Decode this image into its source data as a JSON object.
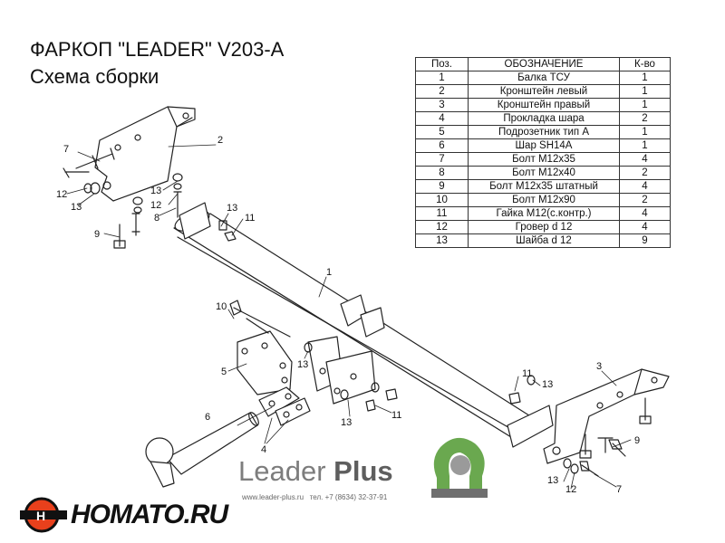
{
  "title": {
    "line1": "ФАРКОП \"LEADER\" V203-A",
    "line2": "Схема сборки"
  },
  "parts_table": {
    "headers": [
      "Поз.",
      "ОБОЗНАЧЕНИЕ",
      "К-во"
    ],
    "rows": [
      [
        "1",
        "Балка ТСУ",
        "1"
      ],
      [
        "2",
        "Кронштейн левый",
        "1"
      ],
      [
        "3",
        "Кронштейн правый",
        "1"
      ],
      [
        "4",
        "Прокладка шара",
        "2"
      ],
      [
        "5",
        "Подрозетник тип А",
        "1"
      ],
      [
        "6",
        "Шар SH14A",
        "1"
      ],
      [
        "7",
        "Болт М12х35",
        "4"
      ],
      [
        "8",
        "Болт М12х40",
        "2"
      ],
      [
        "9",
        "Болт М12х35 штатный",
        "4"
      ],
      [
        "10",
        "Болт М12х90",
        "2"
      ],
      [
        "11",
        "Гайка М12(с.контр.)",
        "4"
      ],
      [
        "12",
        "Гровер d 12",
        "4"
      ],
      [
        "13",
        "Шайба d 12",
        "9"
      ]
    ]
  },
  "callouts": {
    "c1": "1",
    "c2": "2",
    "c3": "3",
    "c4": "4",
    "c5": "5",
    "c6": "6",
    "c7a": "7",
    "c7b": "7",
    "c8": "8",
    "c9a": "9",
    "c9b": "9",
    "c10": "10",
    "c11a": "11",
    "c11b": "11",
    "c11c": "11",
    "c12a": "12",
    "c12b": "12",
    "c12c": "12",
    "c13a": "13",
    "c13b": "13",
    "c13c": "13",
    "c13d": "13",
    "c13e": "13",
    "c13f": "13",
    "c13g": "13"
  },
  "brand": {
    "name_light": "Leader",
    "name_bold": "Plus",
    "website": "www.leader-plus.ru",
    "phone": "тел. +7 (8634) 32-37-91",
    "logo_color": "#6aa84f"
  },
  "watermark": {
    "text": "HOMATO.RU",
    "accent": "#e8401c"
  }
}
